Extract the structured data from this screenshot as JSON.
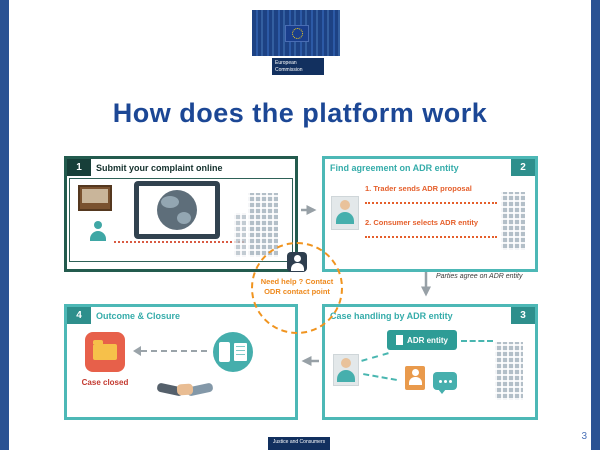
{
  "slide": {
    "title": "How does the platform work",
    "page_number": "3",
    "footer": "Justice and Consumers"
  },
  "logo": {
    "label": "European Commission"
  },
  "boxes": [
    {
      "number": "1",
      "title": "Submit your complaint online"
    },
    {
      "number": "2",
      "title": "Find agreement on ADR entity",
      "steps": [
        "1. Trader sends ADR proposal",
        "2. Consumer selects ADR entity"
      ]
    },
    {
      "number": "3",
      "title": "Case handling by ADR entity",
      "label": "ADR entity"
    },
    {
      "number": "4",
      "title": "Outcome & Closure",
      "caption": "Case closed"
    }
  ],
  "help": {
    "text": "Need help ? Contact ODR contact point"
  },
  "annotations": {
    "parties_agree": "Parties agree on ADR entity"
  },
  "colors": {
    "ec_blue": "#12305F",
    "sidebar_blue": "#2A5293",
    "title_blue": "#1C4795",
    "teal": "#45AEAC",
    "dark_green": "#235B4E",
    "orange": "#EE8A1E",
    "step_orange": "#E55F2B",
    "red": "#C3392F",
    "arrow_gray": "#97A0A6"
  }
}
